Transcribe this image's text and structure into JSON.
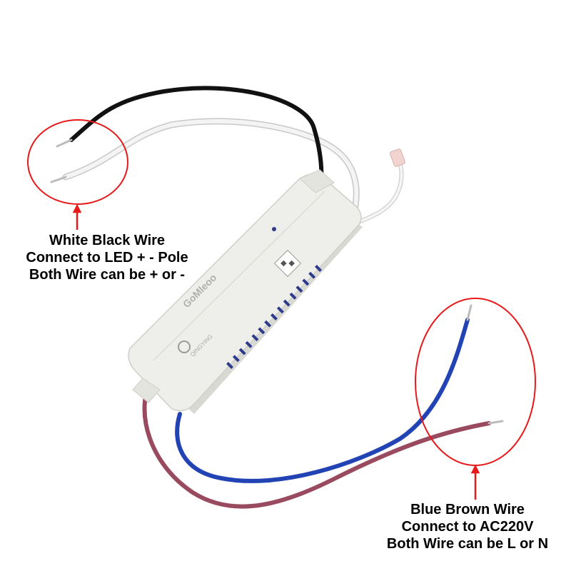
{
  "product_photo": {
    "device": {
      "brand_label": "GoMleoo",
      "sub_brand_label": "QINGYING",
      "colors": {
        "housing": "#eeeeea",
        "housing_shadow": "#d9d9d4",
        "vent": "#2e3a8c"
      }
    },
    "wires": {
      "colors": {
        "black": "#111111",
        "white": "#f2f2f2",
        "blue": "#2243b4",
        "brown": "#9a4a5e",
        "tip": "#bfbfbf"
      }
    },
    "highlight_color": "#e8191b"
  },
  "annotations": {
    "led_output": {
      "lines": [
        "White Black Wire",
        "Connect to LED + - Pole",
        "Both Wire can be + or -"
      ]
    },
    "ac_input": {
      "lines": [
        "Blue Brown Wire",
        "Connect to AC220V",
        "Both Wire can be L or N"
      ]
    }
  }
}
